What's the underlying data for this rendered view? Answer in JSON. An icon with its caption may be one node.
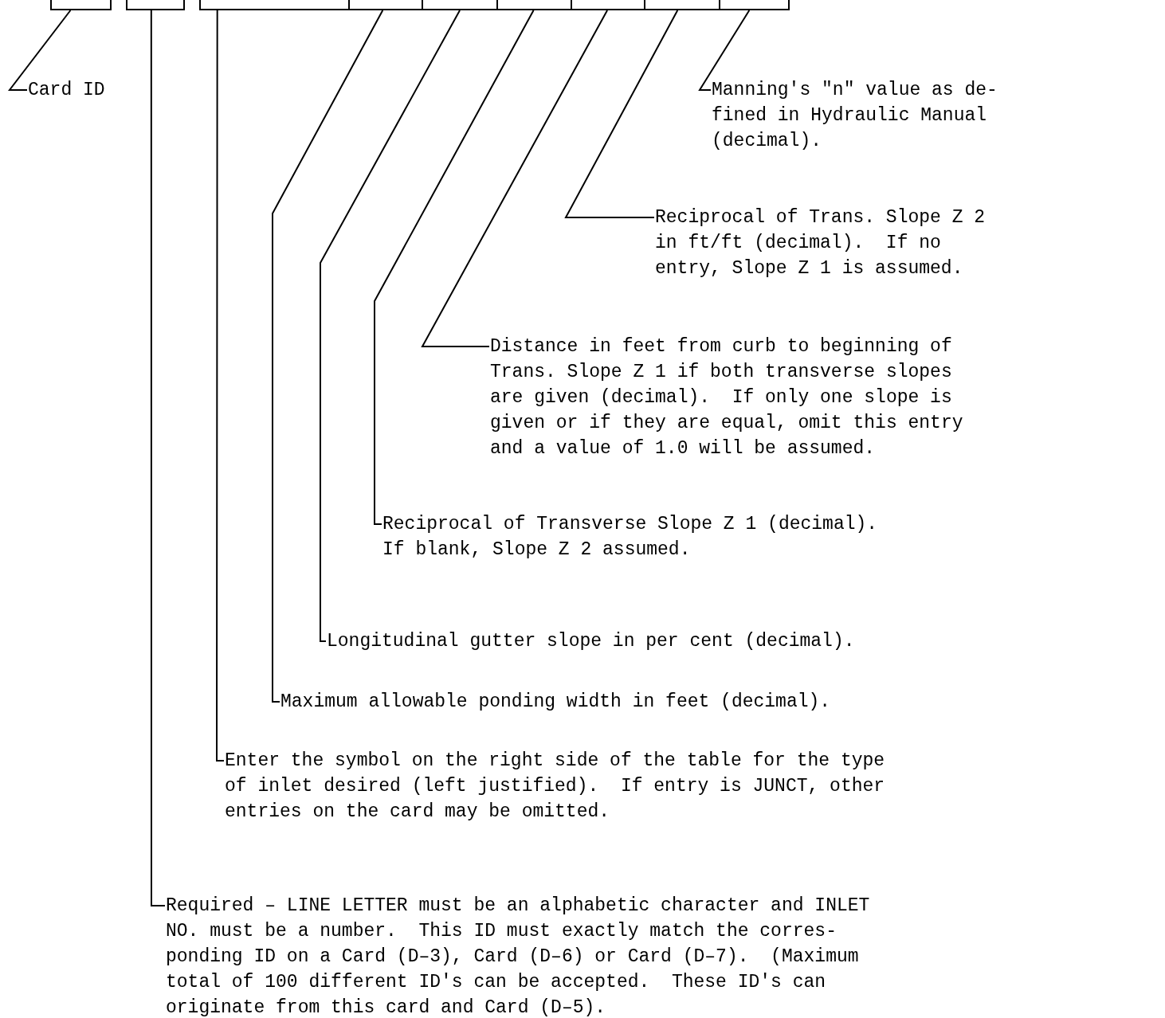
{
  "diagram": {
    "nodes": [
      {
        "text": [],
        "shape": "box"
      },
      {
        "text": [],
        "shape": "box"
      },
      {
        "text": [],
        "shape": "box"
      },
      {
        "text": [],
        "shape": "box"
      },
      {
        "text": [],
        "shape": "box"
      },
      {
        "text": [],
        "shape": "box"
      },
      {
        "text": [],
        "shape": "box"
      },
      {
        "text": [],
        "shape": "box"
      },
      {
        "text": [],
        "shape": "box"
      },
      {
        "text": [
          "Card ID"
        ]
      },
      {
        "text": [
          "Manning's \"n\" value as de- fined in Hydraulic Manual (decimal)."
        ]
      },
      {
        "text": [
          "Reciprocal of Trans. Slope Z 2 in ft/ft (decimal).  If no entry, Slope Z 1 is assumed."
        ]
      },
      {
        "text": [
          "Distance in feet from curb to beginning of Trans. Slope Z 1 if both transverse slopes are given (decimal).  If only one slope is given or if they are equal, omit this entry and a value of 1.0 will be assumed."
        ]
      },
      {
        "text": [
          "Reciprocal of Transverse Slope Z 1 (decimal). If blank, Slope Z 2 assumed."
        ]
      },
      {
        "text": [
          "Longitudinal gutter slope in per cent (decimal)."
        ]
      },
      {
        "text": [
          "Maximum allowable ponding width in feet (decimal)."
        ]
      },
      {
        "text": [
          "Enter the symbol on the right side of the table for the type of inlet desired (left justified).  If entry is JUNCT, other entries on the card may be omitted."
        ]
      },
      {
        "text": [
          "Required – LINE LETTER must be an alphabetic character and INLET NO. must be a number.  This ID must exactly match the corres- ponding ID on a Card (D–3), Card (D–6) or Card (D–7).  (Maximum total of 100 different ID's can be accepted.  These ID's can originate from this card and Card (D–5)."
        ]
      }
    ],
    "edges": [
      {
        "from": 9,
        "to": 0,
        "arrow": "none"
      },
      {
        "from": 10,
        "to": 8,
        "arrow": "none"
      },
      {
        "from": 11,
        "to": 7,
        "arrow": "none"
      },
      {
        "from": 12,
        "to": 6,
        "arrow": "none"
      },
      {
        "from": 13,
        "to": 5,
        "arrow": "none"
      },
      {
        "from": 14,
        "to": 4,
        "arrow": "none"
      },
      {
        "from": 15,
        "to": 3,
        "arrow": "none"
      },
      {
        "from": 16,
        "to": 2,
        "arrow": "none"
      },
      {
        "from": 17,
        "to": 1,
        "arrow": "none"
      }
    ]
  }
}
